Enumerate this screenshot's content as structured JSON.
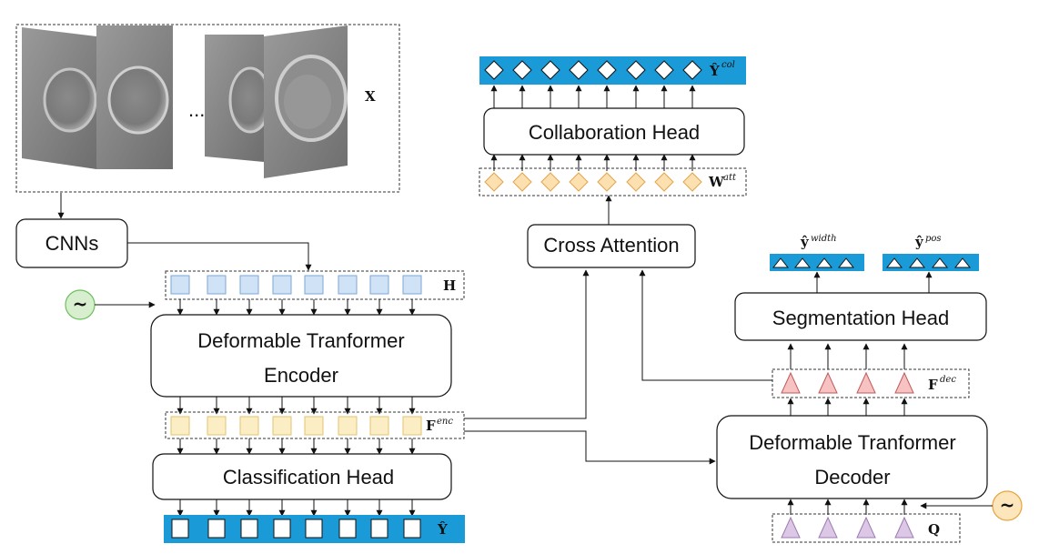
{
  "input_label": "X",
  "ellipsis": "...",
  "cnns_label": "CNNs",
  "h_label": "H",
  "encoder_label_line1": "Deformable Tranformer",
  "encoder_label_line2": "Encoder",
  "fenc_label": "F",
  "fenc_sup": "enc",
  "classification_label": "Classification Head",
  "y_label": "Ŷ",
  "cross_attention_label": "Cross  Attention",
  "watt_label": "W",
  "watt_sup": "att",
  "collaboration_label": "Collaboration Head",
  "ycol_label": "Ŷ",
  "ycol_sup": "col",
  "segmentation_label": "Segmentation Head",
  "ywidth_label": "ŷ",
  "ywidth_sup": "width",
  "ypos_label": "ŷ",
  "ypos_sup": "pos",
  "fdec_label": "F",
  "fdec_sup": "dec",
  "decoder_label_line1": "Deformable Tranformer",
  "decoder_label_line2": "Decoder",
  "q_label": "Q",
  "noise_symbol": "~",
  "colors": {
    "output_bar": "#1a9ad6",
    "h_token": "#cfe2f6",
    "enc_token": "#fbeec4",
    "att_diamond": "#fde0b0",
    "dec_triangle": "#f6c2c2",
    "query_triangle": "#dcc8e6",
    "noise_green": "#d7efcf",
    "noise_orange": "#fde6bc"
  }
}
